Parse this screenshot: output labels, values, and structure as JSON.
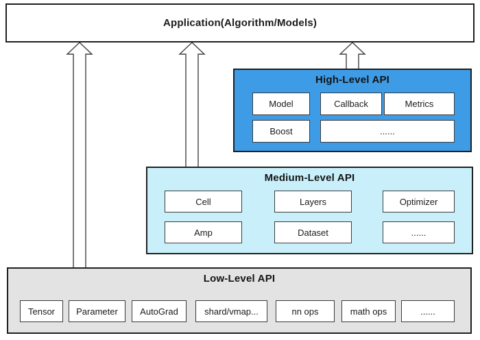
{
  "application": {
    "title": "Application(Algorithm/Models)"
  },
  "high_level": {
    "title": "High-Level API",
    "items": [
      "Model",
      "Callback",
      "Metrics",
      "Boost",
      "......"
    ]
  },
  "medium_level": {
    "title": "Medium-Level API",
    "items": [
      "Cell",
      "Layers",
      "Optimizer",
      "Amp",
      "Dataset",
      "......"
    ]
  },
  "low_level": {
    "title": "Low-Level API",
    "items": [
      "Tensor",
      "Parameter",
      "AutoGrad",
      "shard/vmap...",
      "nn ops",
      "math ops",
      "......"
    ]
  },
  "colors": {
    "high_bg": "#3E9BE5",
    "medium_bg": "#C9F0FA",
    "low_bg": "#E3E3E3",
    "box_border": "#1F1F1F",
    "item_border": "#3A3A3A",
    "arrow_fill": "#FFFFFF",
    "arrow_stroke": "#404040"
  }
}
